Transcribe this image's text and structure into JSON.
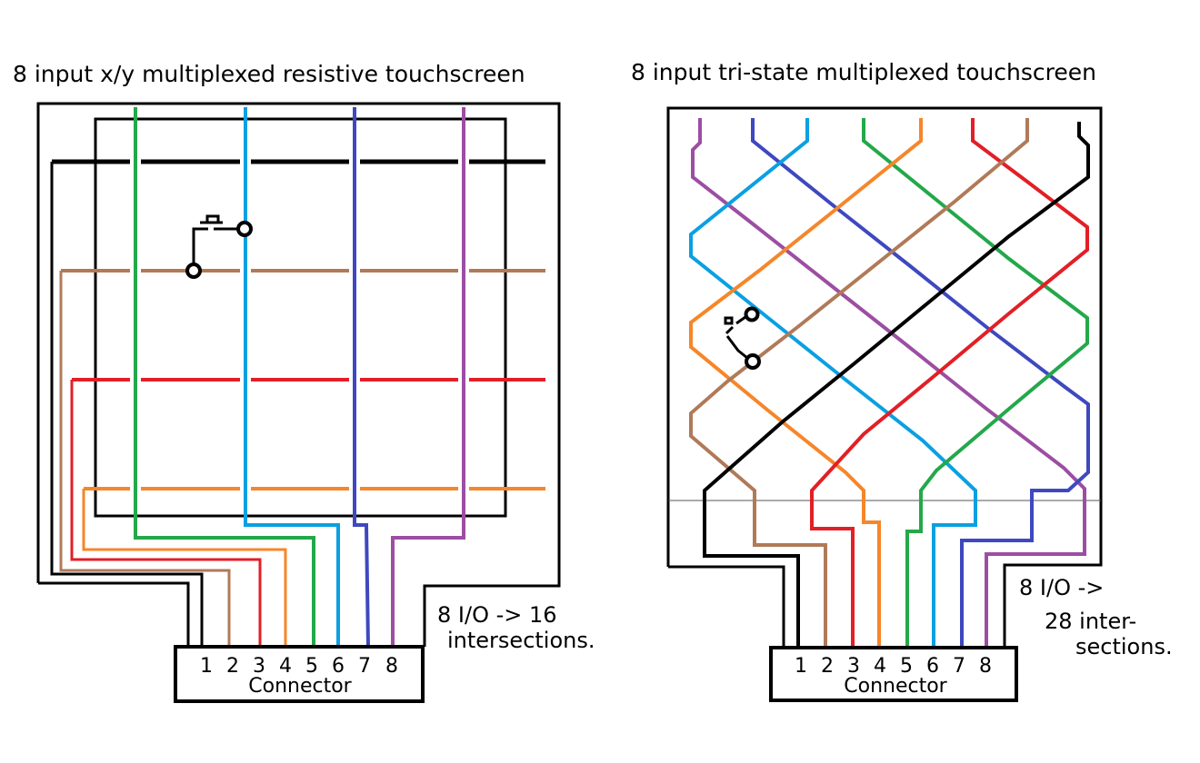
{
  "colors": {
    "black": "#000000",
    "brown": "#b07a58",
    "red": "#e21f26",
    "orange": "#f6862a",
    "green": "#23a84a",
    "lightblue": "#0aa0e2",
    "darkblue": "#3e48bf",
    "purple": "#9c4ea3"
  },
  "left": {
    "title": "8 input x/y multiplexed resistive touchscreen",
    "note_line1": "8 I/O -> 16",
    "note_line2": "intersections.",
    "connector_label": "Connector",
    "pins": [
      "1",
      "2",
      "3",
      "4",
      "5",
      "6",
      "7",
      "8"
    ],
    "rows": [
      "black",
      "brown",
      "red",
      "orange"
    ],
    "columns": [
      "green",
      "lightblue",
      "darkblue",
      "purple"
    ]
  },
  "right": {
    "title": "8 input tri-state multiplexed touchscreen",
    "note_line1": "8 I/O ->",
    "note_line2": "28 inter-",
    "note_line3": "sections.",
    "connector_label": "Connector",
    "pins": [
      "1",
      "2",
      "3",
      "4",
      "5",
      "6",
      "7",
      "8"
    ],
    "wires": [
      "black",
      "brown",
      "red",
      "orange",
      "green",
      "lightblue",
      "darkblue",
      "purple"
    ]
  }
}
